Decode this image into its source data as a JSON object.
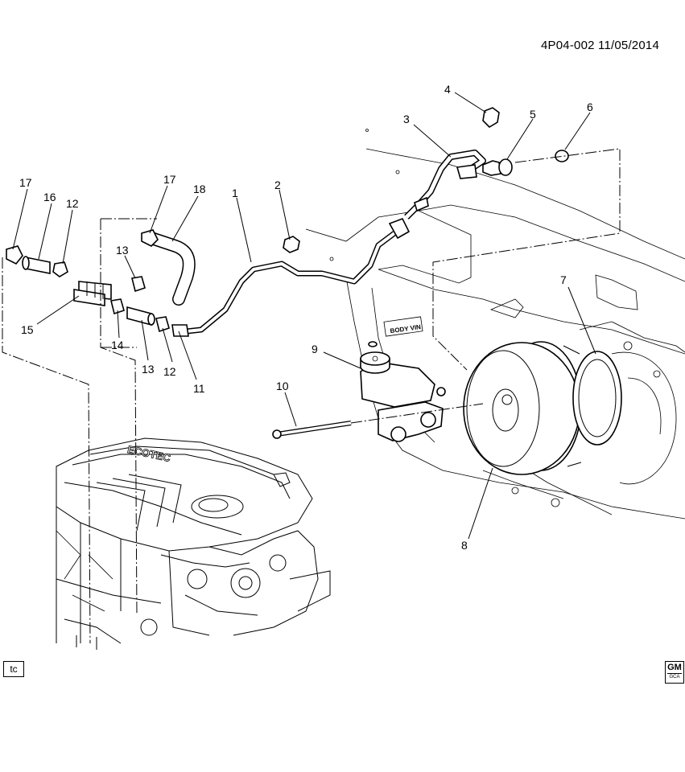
{
  "header": {
    "doc_id": "4P04-002  11/05/2014"
  },
  "footer": {
    "tc_label": "tc",
    "logo_text": "GM",
    "logo_subtext": "GCA"
  },
  "labels": {
    "body_vin": "BODY VIN",
    "engine_cover_text": "ECOTEC"
  },
  "callouts": {
    "c1": "1",
    "c2": "2",
    "c3": "3",
    "c4": "4",
    "c5": "5",
    "c6": "6",
    "c7": "7",
    "c8": "8",
    "c9": "9",
    "c10": "10",
    "c11": "11",
    "c12a": "12",
    "c12b": "12",
    "c13a": "13",
    "c13b": "13",
    "c14": "14",
    "c15": "15",
    "c16": "16",
    "c17a": "17",
    "c17b": "17",
    "c18": "18"
  }
}
